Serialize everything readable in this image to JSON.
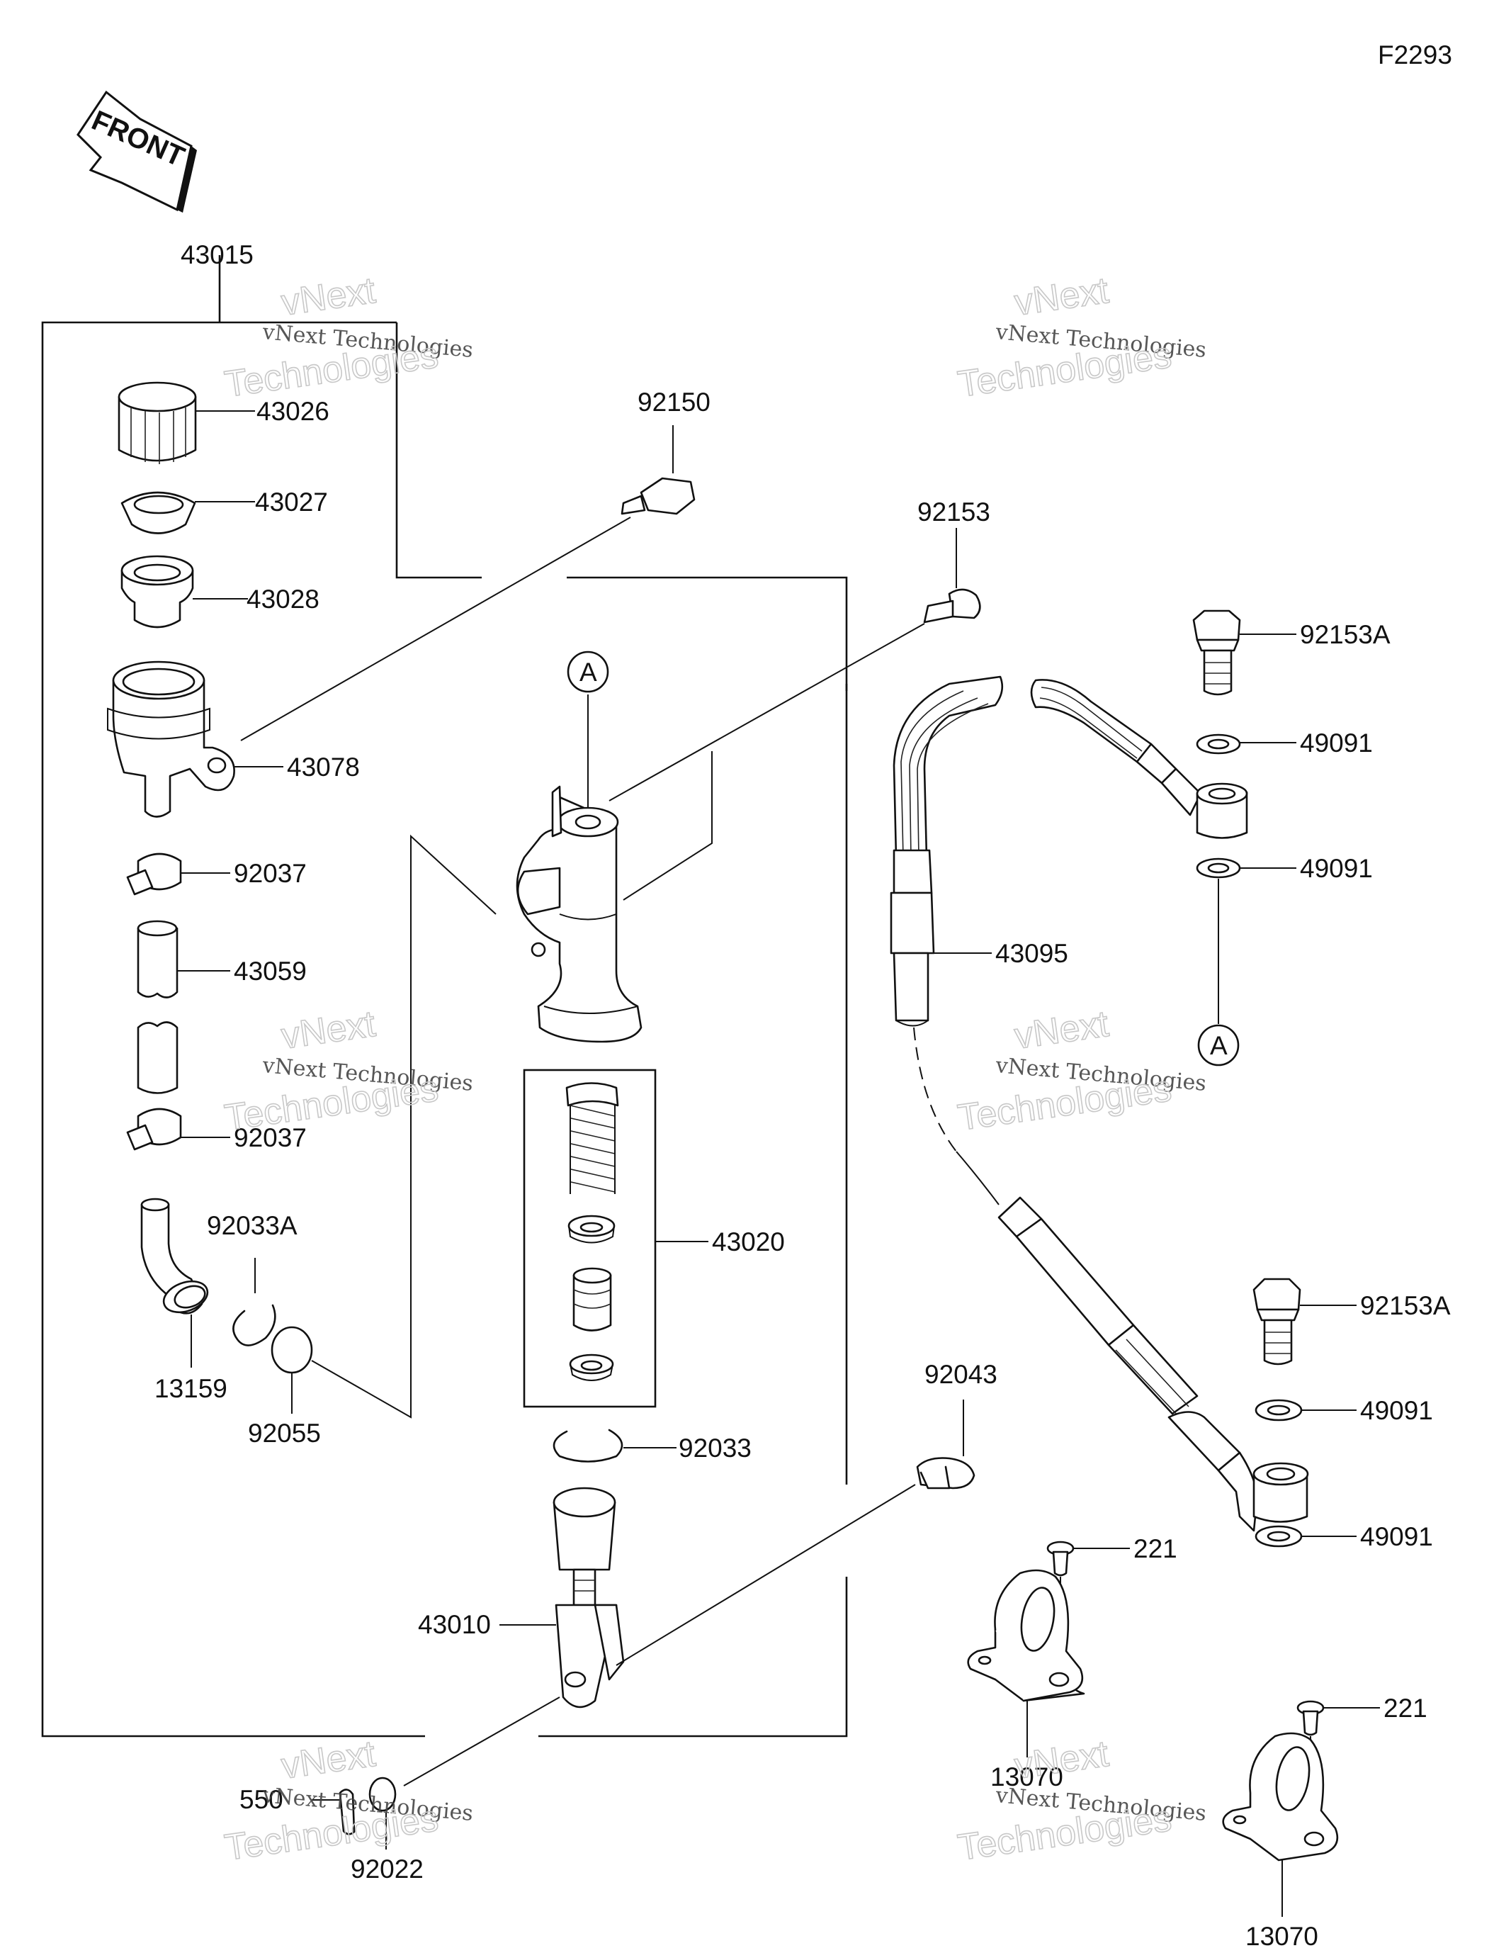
{
  "diagram_code": "F2293",
  "front_label": "FRONT",
  "ref_marker": "A",
  "parts": {
    "p43015": "43015",
    "p43026": "43026",
    "p43027": "43027",
    "p43028": "43028",
    "p43078": "43078",
    "p92037a": "92037",
    "p43059": "43059",
    "p92037b": "92037",
    "p92033A": "92033A",
    "p13159": "13159",
    "p92055": "92055",
    "p92150": "92150",
    "p92153": "92153",
    "p43020": "43020",
    "p92033": "92033",
    "p43010": "43010",
    "p92043": "92043",
    "p550": "550",
    "p92022": "92022",
    "p92153A_top": "92153A",
    "p49091_1": "49091",
    "p49091_2": "49091",
    "p43095": "43095",
    "p92153A_bot": "92153A",
    "p49091_3": "49091",
    "p49091_4": "49091",
    "p221_1": "221",
    "p221_2": "221",
    "p13070_1": "13070",
    "p13070_2": "13070"
  },
  "watermark": {
    "line1": "vNext Technologies",
    "line2": "vNext",
    "line3": "Technologies"
  }
}
